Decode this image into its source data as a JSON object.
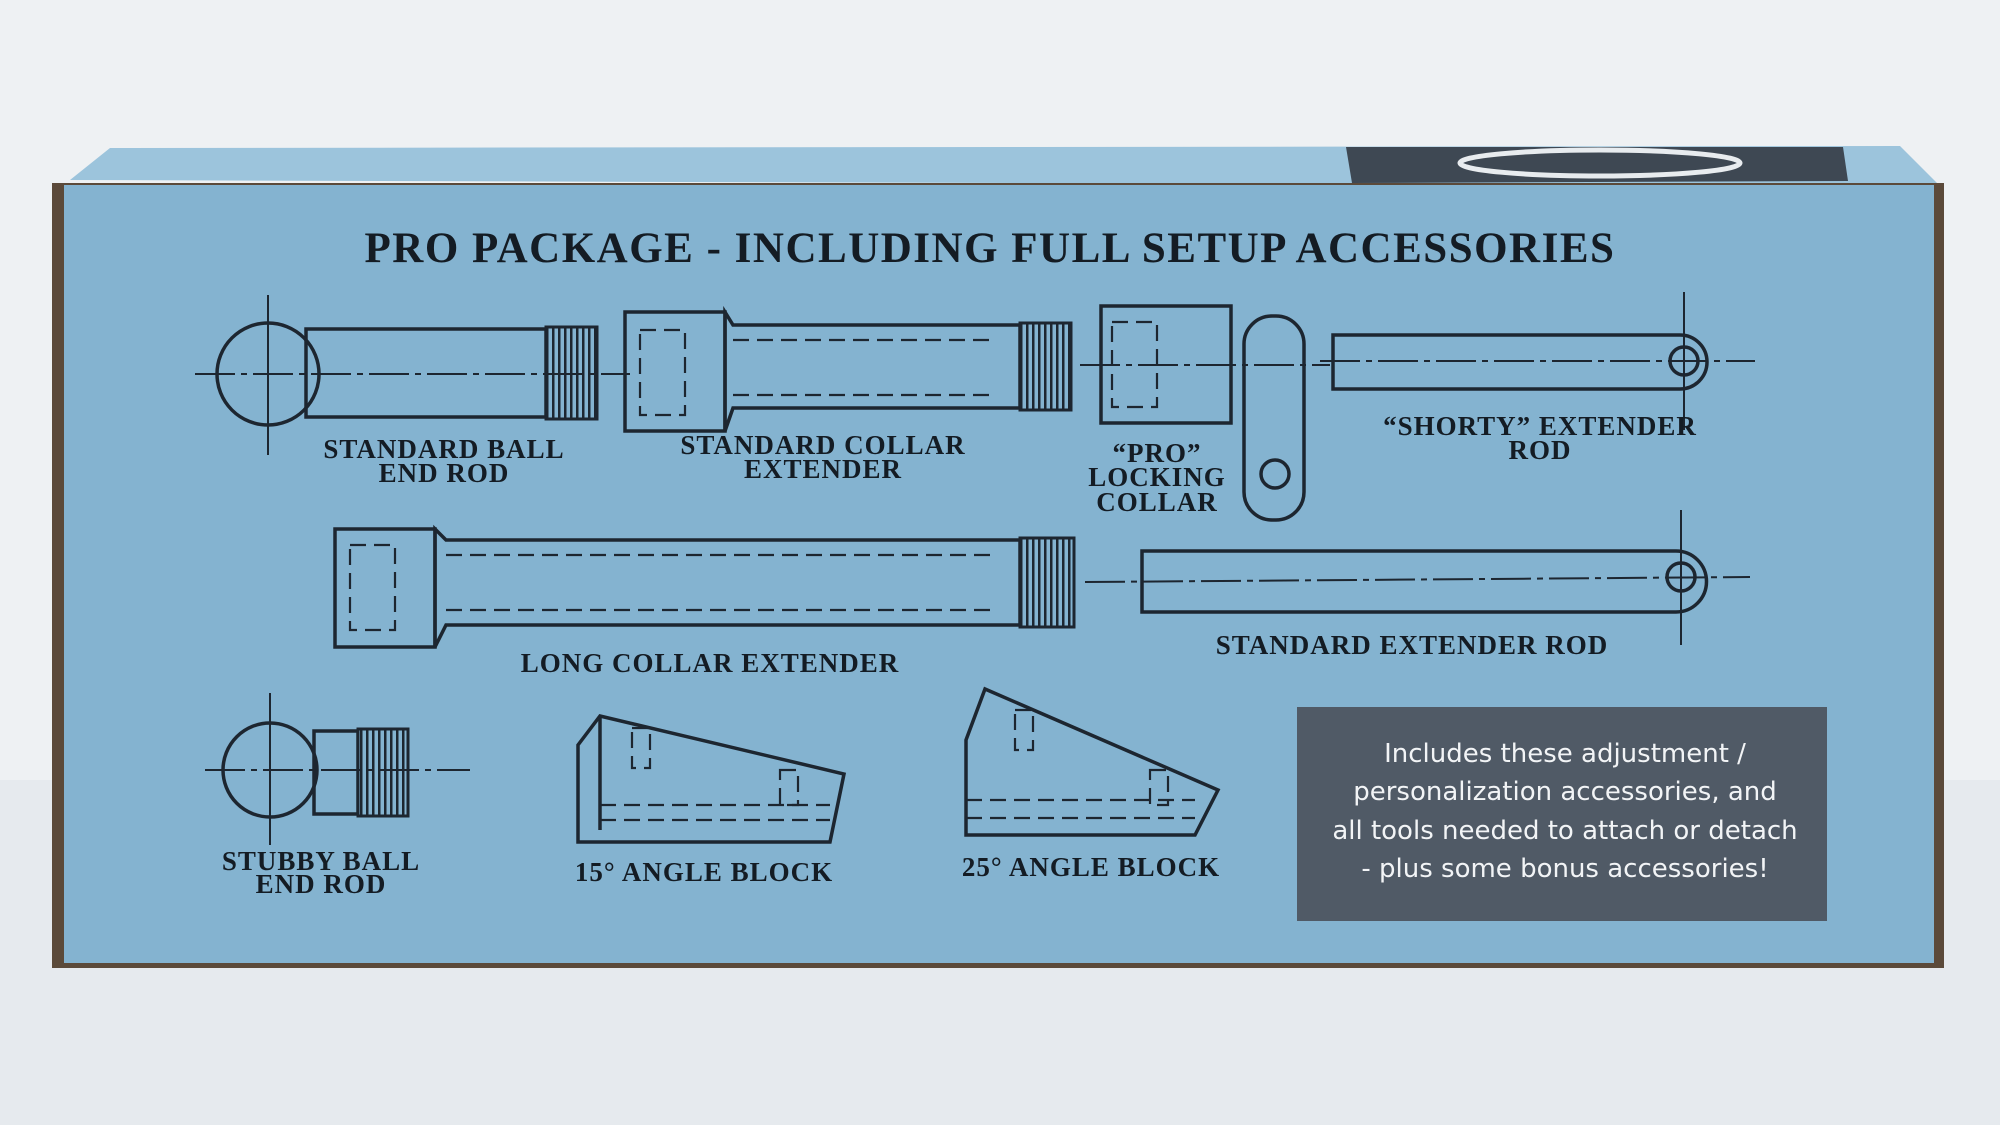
{
  "colors": {
    "box": "#84b3d0",
    "line": "#1d2630",
    "panel": "#505a66",
    "background": "#eef1f3"
  },
  "title": "PRO PACKAGE - INCLUDING FULL SETUP ACCESSORIES",
  "parts": {
    "standard_ball": [
      "STANDARD BALL",
      "END ROD"
    ],
    "standard_collar": [
      "STANDARD COLLAR",
      "EXTENDER"
    ],
    "pro_collar": [
      "“PRO”",
      "LOCKING",
      "COLLAR"
    ],
    "shorty": [
      "“SHORTY” EXTENDER",
      "ROD"
    ],
    "long_collar": [
      "LONG COLLAR EXTENDER"
    ],
    "standard_extender": [
      "STANDARD EXTENDER ROD"
    ],
    "stubby_ball": [
      "STUBBY BALL",
      "END ROD"
    ],
    "angle15": [
      "15° ANGLE BLOCK"
    ],
    "angle25": [
      "25° ANGLE BLOCK"
    ]
  },
  "note": [
    "Includes these adjustment /",
    "personalization accessories, and",
    "all tools needed to attach or detach",
    "- plus some bonus accessories!"
  ]
}
